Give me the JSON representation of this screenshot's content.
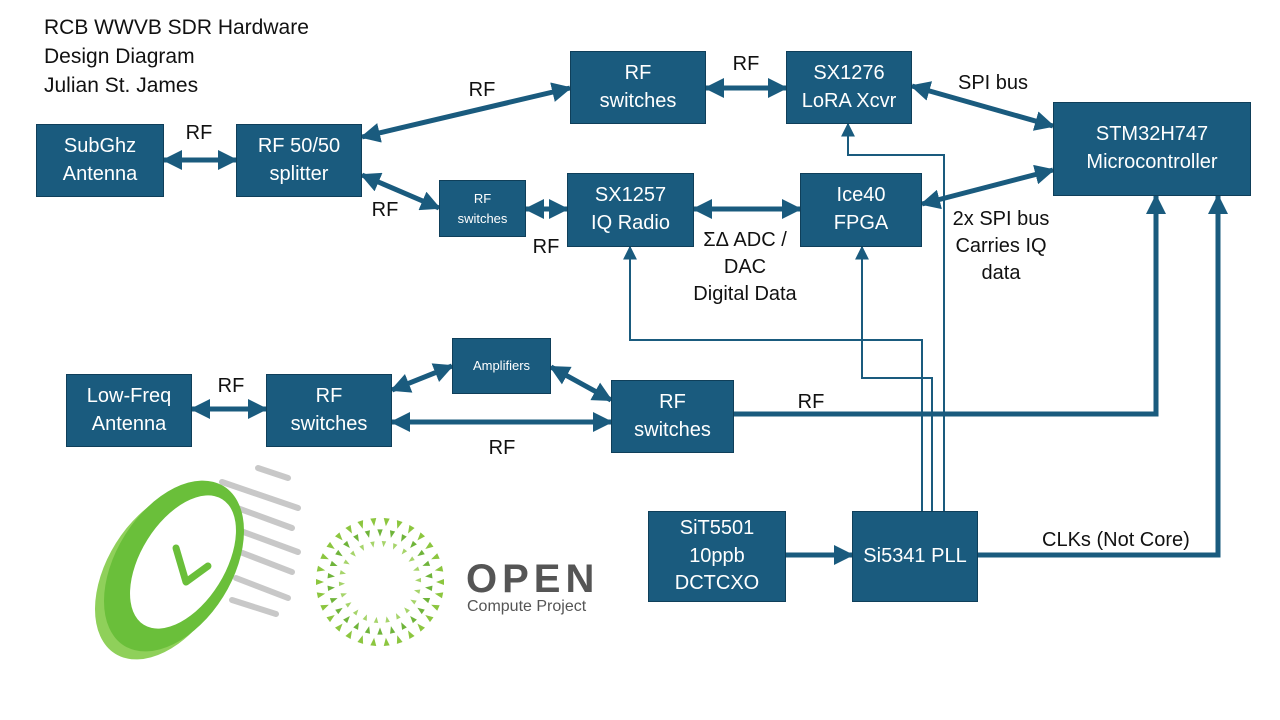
{
  "title": {
    "line1": "RCB WWVB SDR Hardware",
    "line2": "Design Diagram",
    "line3": "Julian St. James"
  },
  "blocks": {
    "subghz_antenna": [
      "SubGhz",
      "Antenna"
    ],
    "splitter": [
      "RF 50/50",
      "splitter"
    ],
    "rf_switches_top": [
      "RF",
      "switches"
    ],
    "rf_switches_small": [
      "RF",
      "switches"
    ],
    "sx1276": [
      "SX1276",
      "LoRA Xcvr"
    ],
    "sx1257": [
      "SX1257",
      "IQ Radio"
    ],
    "ice40": [
      "Ice40",
      "FPGA"
    ],
    "stm32": [
      "STM32H747",
      "Microcontroller"
    ],
    "lowfreq_antenna": [
      "Low-Freq",
      "Antenna"
    ],
    "rf_switches_lf1": [
      "RF",
      "switches"
    ],
    "amplifiers": [
      "Amplifiers"
    ],
    "rf_switches_lf2": [
      "RF",
      "switches"
    ],
    "sit5501": [
      "SiT5501",
      "10ppb",
      "DCTCXO"
    ],
    "si5341": [
      "Si5341 PLL"
    ]
  },
  "labels": {
    "rf_antenna_splitter": "RF",
    "rf_splitter_top": "RF",
    "rf_top_switches_sx1276": "RF",
    "rf_splitter_small": "RF",
    "rf_small_sx1257": "RF",
    "spi_bus": "SPI bus",
    "sigma_delta": [
      "ΣΔ ADC /",
      "DAC",
      "Digital Data"
    ],
    "spi_2x": [
      "2x SPI bus",
      "Carries IQ",
      "data"
    ],
    "rf_lf_antenna": "RF",
    "rf_lf_bottom": "RF",
    "rf_lf_to_mcu": "RF",
    "clks": "CLKs (Not Core)"
  },
  "logos": {
    "open_word": "OPEN",
    "open_sub": "Compute Project"
  },
  "colors": {
    "block_fill": "#1a5b7e",
    "arrow": "#1a5b7e",
    "clock_green": "#6abf3a",
    "logo_gray": "#555555"
  }
}
